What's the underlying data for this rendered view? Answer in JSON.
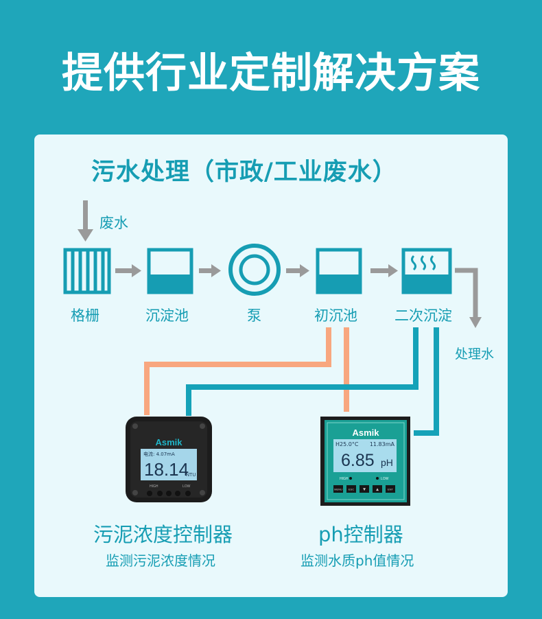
{
  "header": {
    "title": "提供行业定制解决方案"
  },
  "panel": {
    "title": "污水处理（市政/工业废水）"
  },
  "flow": {
    "input_label": "废水",
    "output_label": "处理水",
    "stages": [
      {
        "label": "格栅",
        "icon": "grille-icon"
      },
      {
        "label": "沉淀池",
        "icon": "tank-icon"
      },
      {
        "label": "泵",
        "icon": "pump-icon"
      },
      {
        "label": "初沉池",
        "icon": "tank-icon"
      },
      {
        "label": "二次沉淀",
        "icon": "settling-tank-icon"
      }
    ]
  },
  "devices": [
    {
      "brand": "Asmik",
      "screen_top": "电流: 4.07mA",
      "value": "18.14",
      "unit": "NTU",
      "btn_left": "HIGH",
      "btn_right": "LOW",
      "name": "污泥浓度控制器",
      "desc": "监测污泥浓度情况"
    },
    {
      "brand": "Asmik",
      "screen_top_left": "H25.0°C",
      "screen_top_right": "11.83mA",
      "value": "6.85",
      "unit": "pH",
      "btn_left": "HIGH",
      "btn_right": "LOW",
      "keys": [
        "MENU",
        "ESC",
        "▼",
        "▲",
        "ENT"
      ],
      "name": "ph控制器",
      "desc": "监测水质ph值情况"
    }
  ],
  "colors": {
    "background": "#1fa6ba",
    "panel": "#e9f9fc",
    "accent": "#169db3",
    "arrow": "#9a9a9a",
    "orange_line": "#f8a77f",
    "teal_line": "#15a2b8",
    "device_dark": "#1c1c1c",
    "device_teal": "#1aa095"
  }
}
